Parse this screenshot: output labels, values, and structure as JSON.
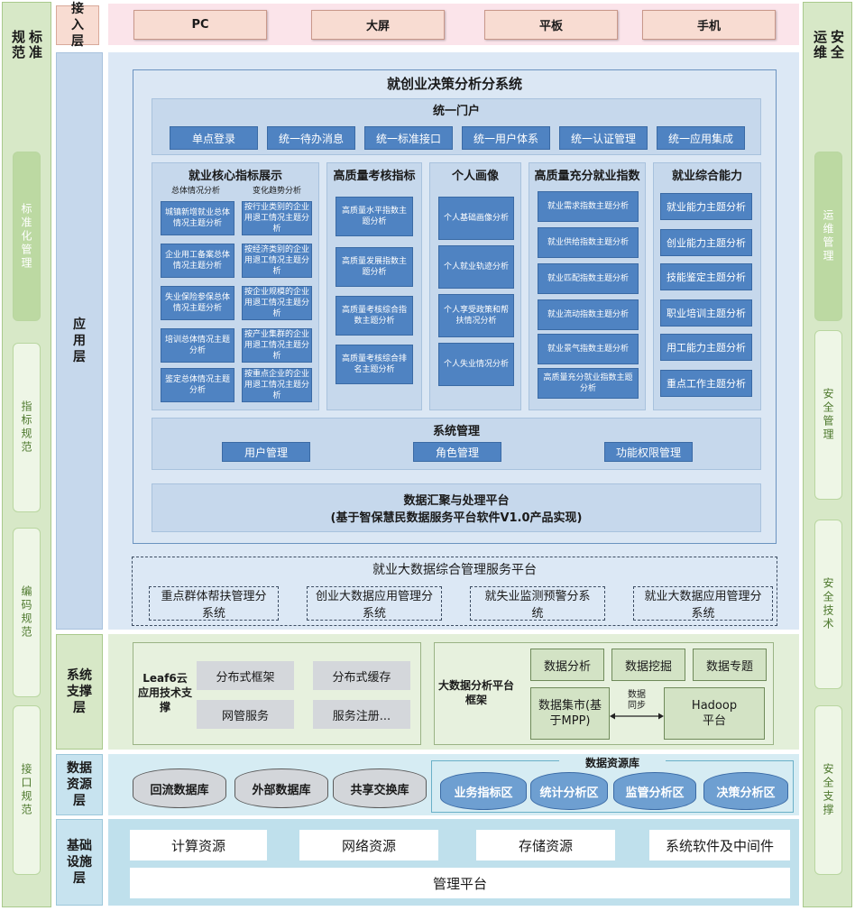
{
  "left_column": {
    "title": "标准规范",
    "items": [
      "标准化管理",
      "指标规范",
      "编码规范",
      "接口规范"
    ]
  },
  "right_column": {
    "title": "安全运维",
    "items": [
      "运维管理",
      "安全管理",
      "安全技术",
      "安全支撑"
    ]
  },
  "access_layer": {
    "label": "接入层",
    "devices": [
      "PC",
      "大屏",
      "平板",
      "手机"
    ]
  },
  "application_layer": {
    "label": "应用层",
    "system_title": "就创业决策分析分系统",
    "portal": {
      "title": "统一门户",
      "items": [
        "单点登录",
        "统一待办消息",
        "统一标准接口",
        "统一用户体系",
        "统一认证管理",
        "统一应用集成"
      ]
    },
    "col1": {
      "title": "就业核心指标展示",
      "sub_left": "总体情况分析",
      "sub_right": "变化趋势分析",
      "left_items": [
        "城镇新增就业总体情况主题分析",
        "企业用工备案总体情况主题分析",
        "失业保险参保总体情况主题分析",
        "培训总体情况主题分析",
        "鉴定总体情况主题分析"
      ],
      "right_items": [
        "按行业类别的企业用退工情况主题分析",
        "按经济类别的企业用退工情况主题分析",
        "按企业规模的企业用退工情况主题分析",
        "按产业集群的企业用退工情况主题分析",
        "按重点企业的企业用退工情况主题分析"
      ]
    },
    "col2": {
      "title": "高质量考核指标",
      "items": [
        "高质量水平指数主题分析",
        "高质量发展指数主题分析",
        "高质量考核综合指数主题分析",
        "高质量考核综合排名主题分析"
      ]
    },
    "col3": {
      "title": "个人画像",
      "items": [
        "个人基础画像分析",
        "个人就业轨迹分析",
        "个人享受政策和帮扶情况分析",
        "个人失业情况分析"
      ]
    },
    "col4": {
      "title": "高质量充分就业指数",
      "items": [
        "就业需求指数主题分析",
        "就业供给指数主题分析",
        "就业匹配指数主题分析",
        "就业流动指数主题分析",
        "就业景气指数主题分析",
        "高质量充分就业指数主题分析"
      ]
    },
    "col5": {
      "title": "就业综合能力",
      "items": [
        "就业能力主题分析",
        "创业能力主题分析",
        "技能鉴定主题分析",
        "职业培训主题分析",
        "用工能力主题分析",
        "重点工作主题分析"
      ]
    },
    "sys_mgmt": {
      "title": "系统管理",
      "items": [
        "用户管理",
        "角色管理",
        "功能权限管理"
      ]
    },
    "data_platform": {
      "line1": "数据汇聚与处理平台",
      "line2": "(基于智保慧民数据服务平台软件V1.0产品实现)"
    },
    "big_data_platform": {
      "title": "就业大数据综合管理服务平台",
      "items": [
        "重点群体帮扶管理分系统",
        "创业大数据应用管理分系统",
        "就失业监测预警分系统",
        "就业大数据应用管理分系统"
      ]
    }
  },
  "support_layer": {
    "label": "系统支撑层",
    "leaf": {
      "title": "Leaf6云应用技术支撑",
      "items": [
        "分布式框架",
        "分布式缓存",
        "网管服务",
        "服务注册..."
      ]
    },
    "bigdata": {
      "title": "大数据分析平台框架",
      "top_items": [
        "数据分析",
        "数据挖掘",
        "数据专题"
      ],
      "mart": "数据集市(基于MPP)",
      "sync": "数据同步",
      "hadoop": "Hadoop平台"
    }
  },
  "data_layer": {
    "label": "数据资源层",
    "dbs": [
      "回流数据库",
      "外部数据库",
      "共享交换库"
    ],
    "repo_title": "数据资源库",
    "repo_items": [
      "业务指标区",
      "统计分析区",
      "监管分析区",
      "决策分析区"
    ]
  },
  "infra_layer": {
    "label": "基础设施层",
    "items": [
      "计算资源",
      "网络资源",
      "存储资源",
      "系统软件及中间件"
    ],
    "mgmt": "管理平台"
  }
}
